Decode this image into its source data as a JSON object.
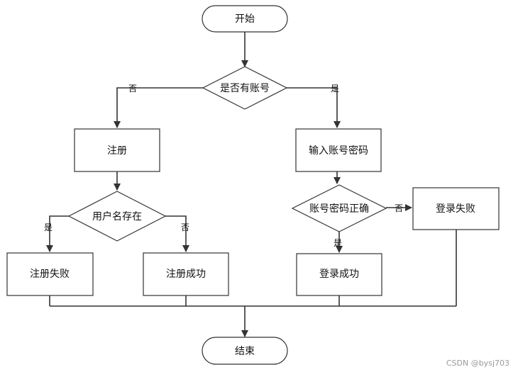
{
  "nodes": {
    "start": "开始",
    "has_account": "是否有账号",
    "register": "注册",
    "enter_credentials": "输入账号密码",
    "username_exists": "用户名存在",
    "credentials_correct": "账号密码正确",
    "login_failed": "登录失败",
    "register_failed": "注册失败",
    "register_success": "注册成功",
    "login_success": "登录成功",
    "end": "结束"
  },
  "edges": {
    "has_account_no": "否",
    "has_account_yes": "是",
    "username_exists_yes": "是",
    "username_exists_no": "否",
    "credentials_correct_no": "否",
    "credentials_correct_yes": "是"
  },
  "watermark": "CSDN @bysj703"
}
